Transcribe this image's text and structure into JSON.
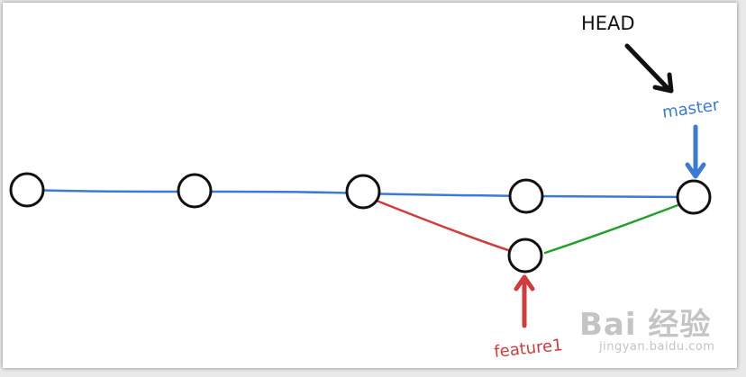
{
  "labels": {
    "head": "HEAD",
    "master": "master",
    "feature": "feature1"
  },
  "watermark": {
    "brand": "Bai  经验",
    "url": "jingyan.baidu.com"
  },
  "colors": {
    "master_branch": "#3a7bd5",
    "feature_branch": "#d23b3b",
    "merge_line": "#22a02a",
    "head_pointer": "#111111",
    "commit_stroke": "#111111"
  },
  "icons": {
    "head_arrow": "arrow-down-right-icon",
    "master_arrow": "arrow-down-icon",
    "feature_arrow": "arrow-up-icon"
  }
}
